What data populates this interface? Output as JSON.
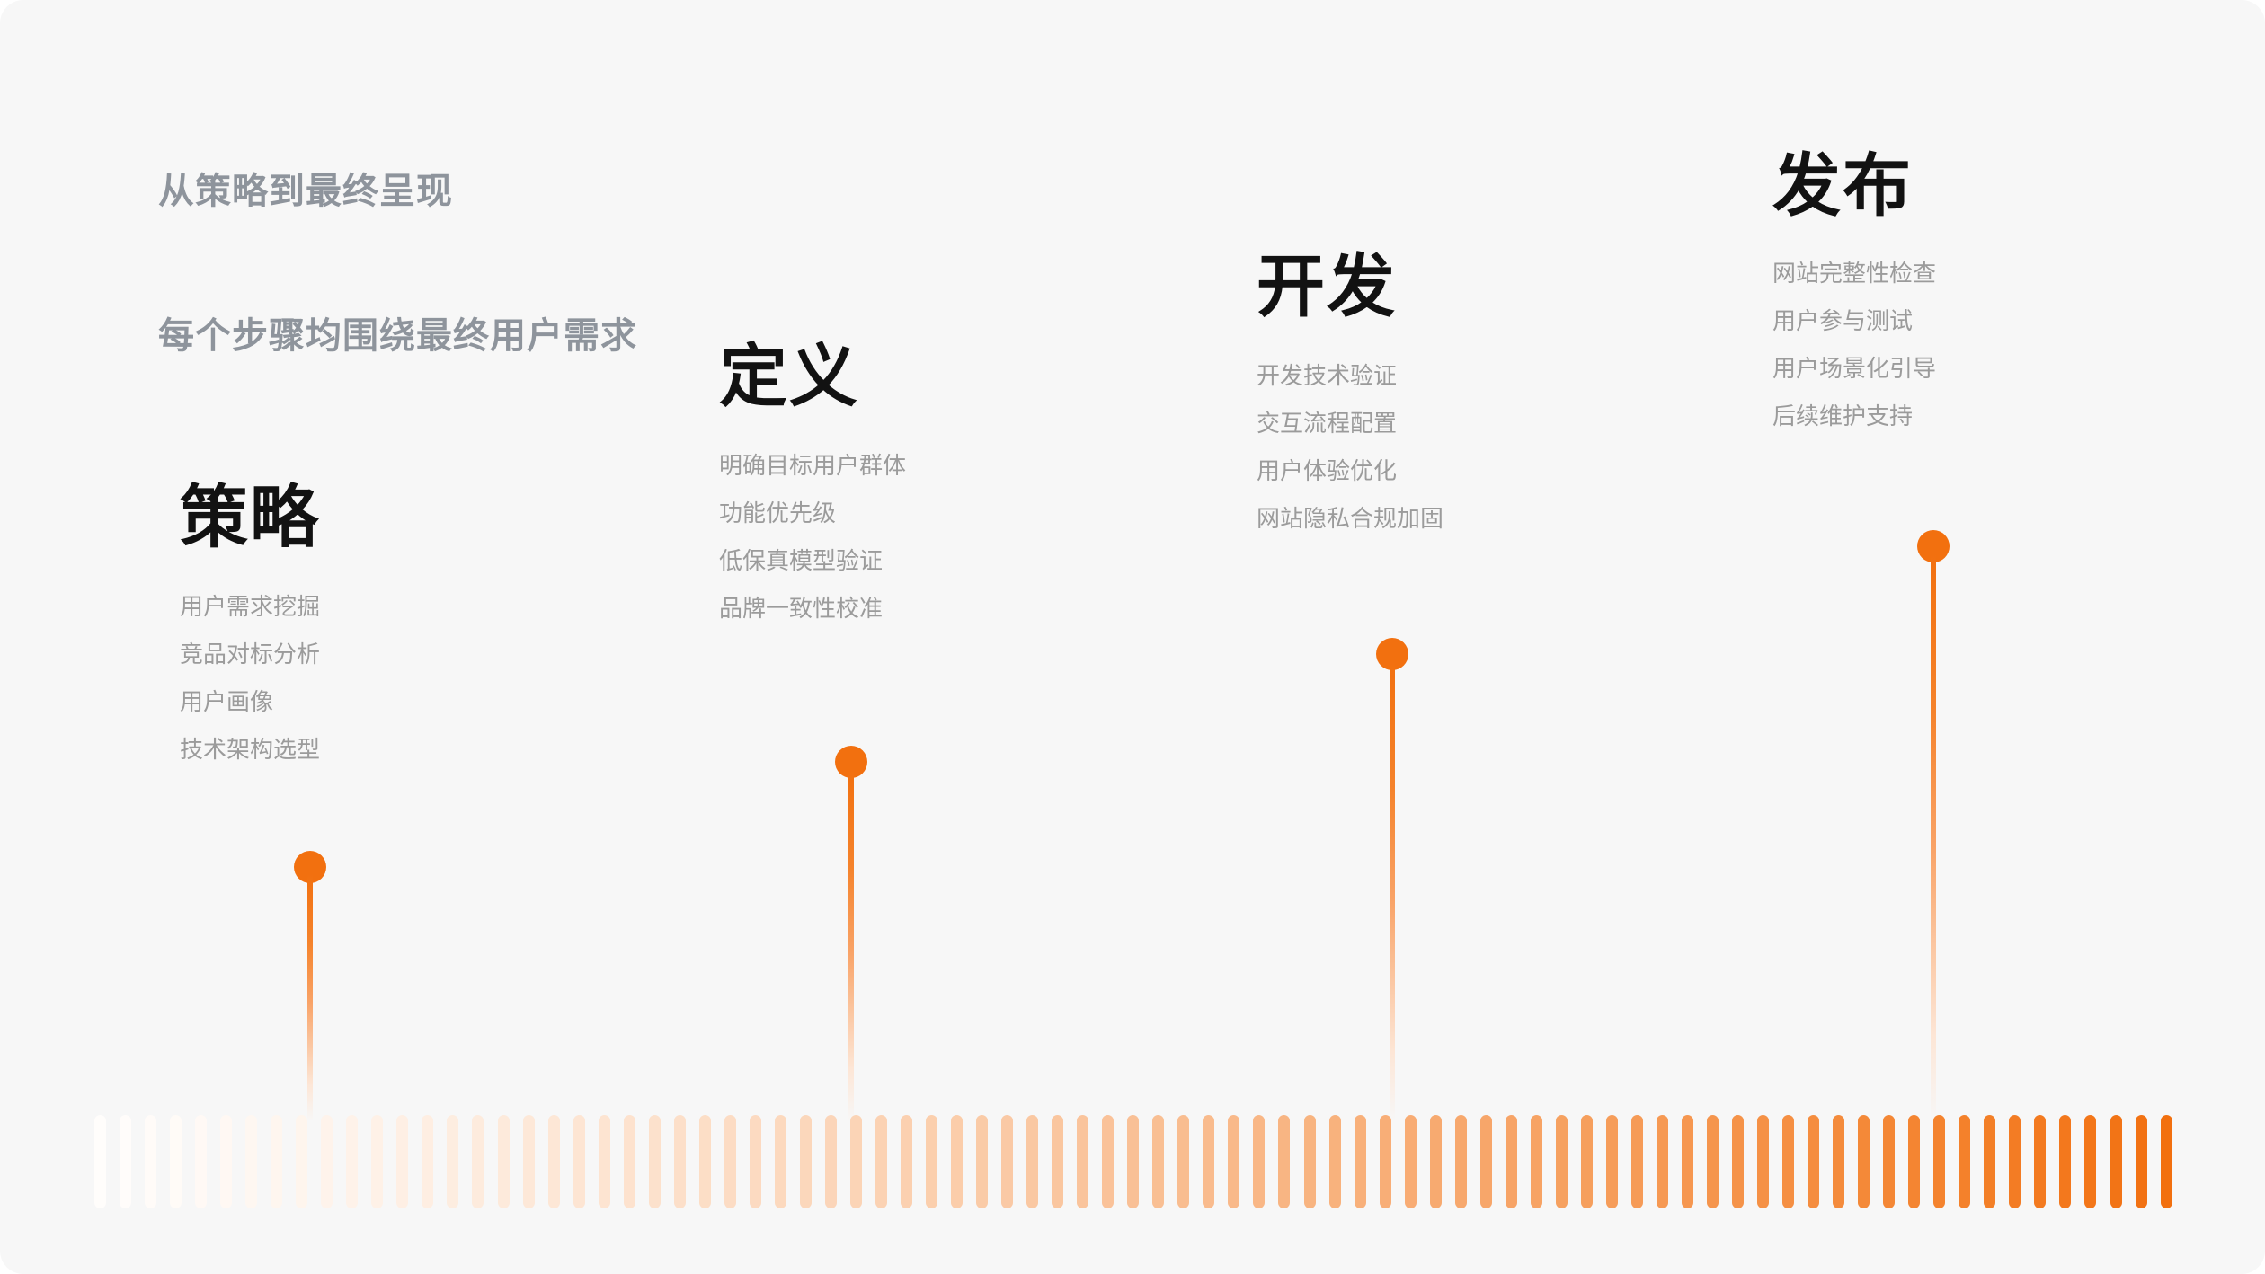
{
  "theme": {
    "page_background": "#ffffff",
    "card_background": "#f7f7f7",
    "accent": "#F2700F",
    "headline_color": "#8e949c",
    "stage_title_color": "#121212",
    "bullet_color": "#9b9b9b"
  },
  "headline": {
    "line1": "从策略到最终呈现",
    "line2": "每个步骤均围绕最终用户需求"
  },
  "stages": [
    {
      "title": "策略",
      "items": [
        "用户需求挖掘",
        "竞品对标分析",
        "用户画像",
        "技术架构选型"
      ]
    },
    {
      "title": "定义",
      "items": [
        "明确目标用户群体",
        "功能优先级",
        "低保真模型验证",
        "品牌一致性校准"
      ]
    },
    {
      "title": "开发",
      "items": [
        "开发技术验证",
        "交互流程配置",
        "用户体验优化",
        "网站隐私合规加固"
      ]
    },
    {
      "title": "发布",
      "items": [
        "网站完整性检查",
        "用户参与测试",
        "用户场景化引导",
        "后续维护支持"
      ]
    }
  ],
  "progress_strip": {
    "bar_count": 83,
    "start_color": "#FFFDFB",
    "end_color": "#F2700F"
  }
}
